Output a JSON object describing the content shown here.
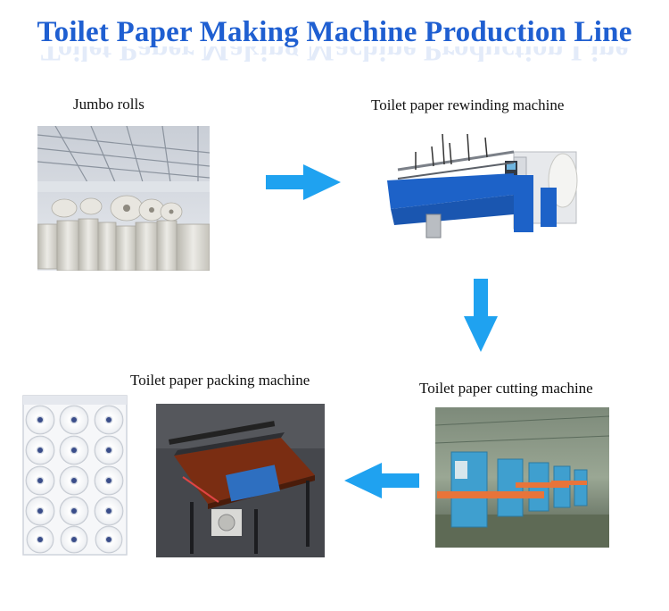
{
  "title": "Toilet Paper Making Machine Production Line",
  "steps": {
    "jumbo": {
      "label": "Jumbo rolls",
      "image": "warehouse stacked with large paper rolls"
    },
    "rewinding": {
      "label": "Toilet paper rewinding machine",
      "image": "blue rewinding machine"
    },
    "cutting": {
      "label": "Toilet paper cutting machine",
      "image": "factory with orange and blue cutting machines"
    },
    "packing": {
      "label": "Toilet paper packing machine",
      "image": "wooden-top sealing table machine"
    },
    "rolls": {
      "image": "packed toilet paper rolls"
    }
  },
  "colors": {
    "title": "#1f5fd1",
    "arrow": "#1fa2f0"
  }
}
